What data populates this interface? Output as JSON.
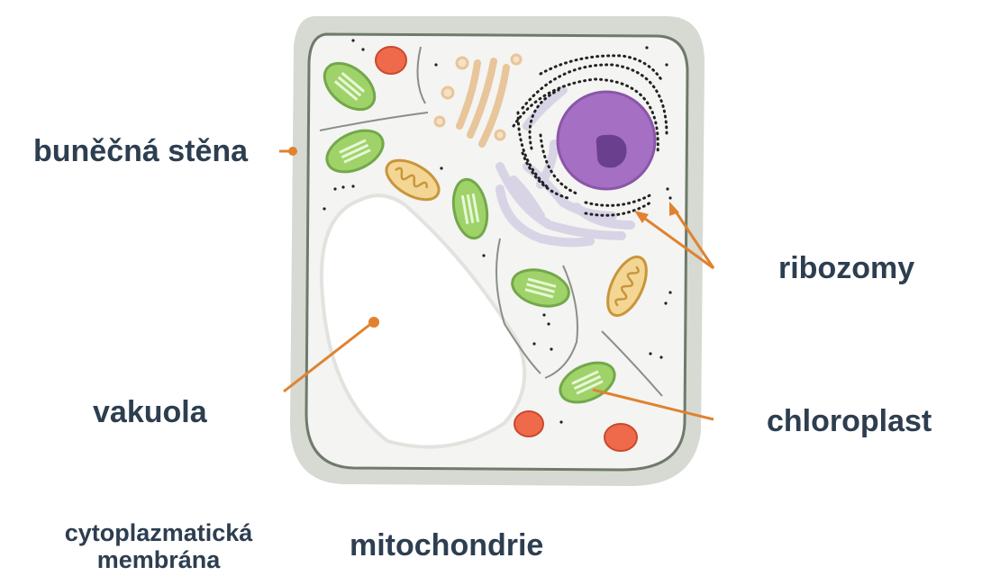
{
  "labels": {
    "cell_wall": "buněčná stěna",
    "ribosomes": "ribozomy",
    "vacuole": "vakuola",
    "chloroplast": "chloroplast",
    "membrane_line1": "cytoplazmatická",
    "membrane_line2": "membrána",
    "mitochondria": "mitochondrie"
  },
  "colors": {
    "label_text": "#2d3e50",
    "pointer": "#e0822f",
    "cell_wall": "#d6dad2",
    "membrane": "#6f7a6a",
    "cytoplasm": "#f4f4f2",
    "nucleus": "#a56fc4",
    "nucleolus": "#6a3f8e",
    "chloroplast": "#9fd36a",
    "mitochondrion": "#e7b85a",
    "golgi": "#f1d3ae",
    "er": "#d8d4e6",
    "red_organelle": "#ef6a4a"
  }
}
